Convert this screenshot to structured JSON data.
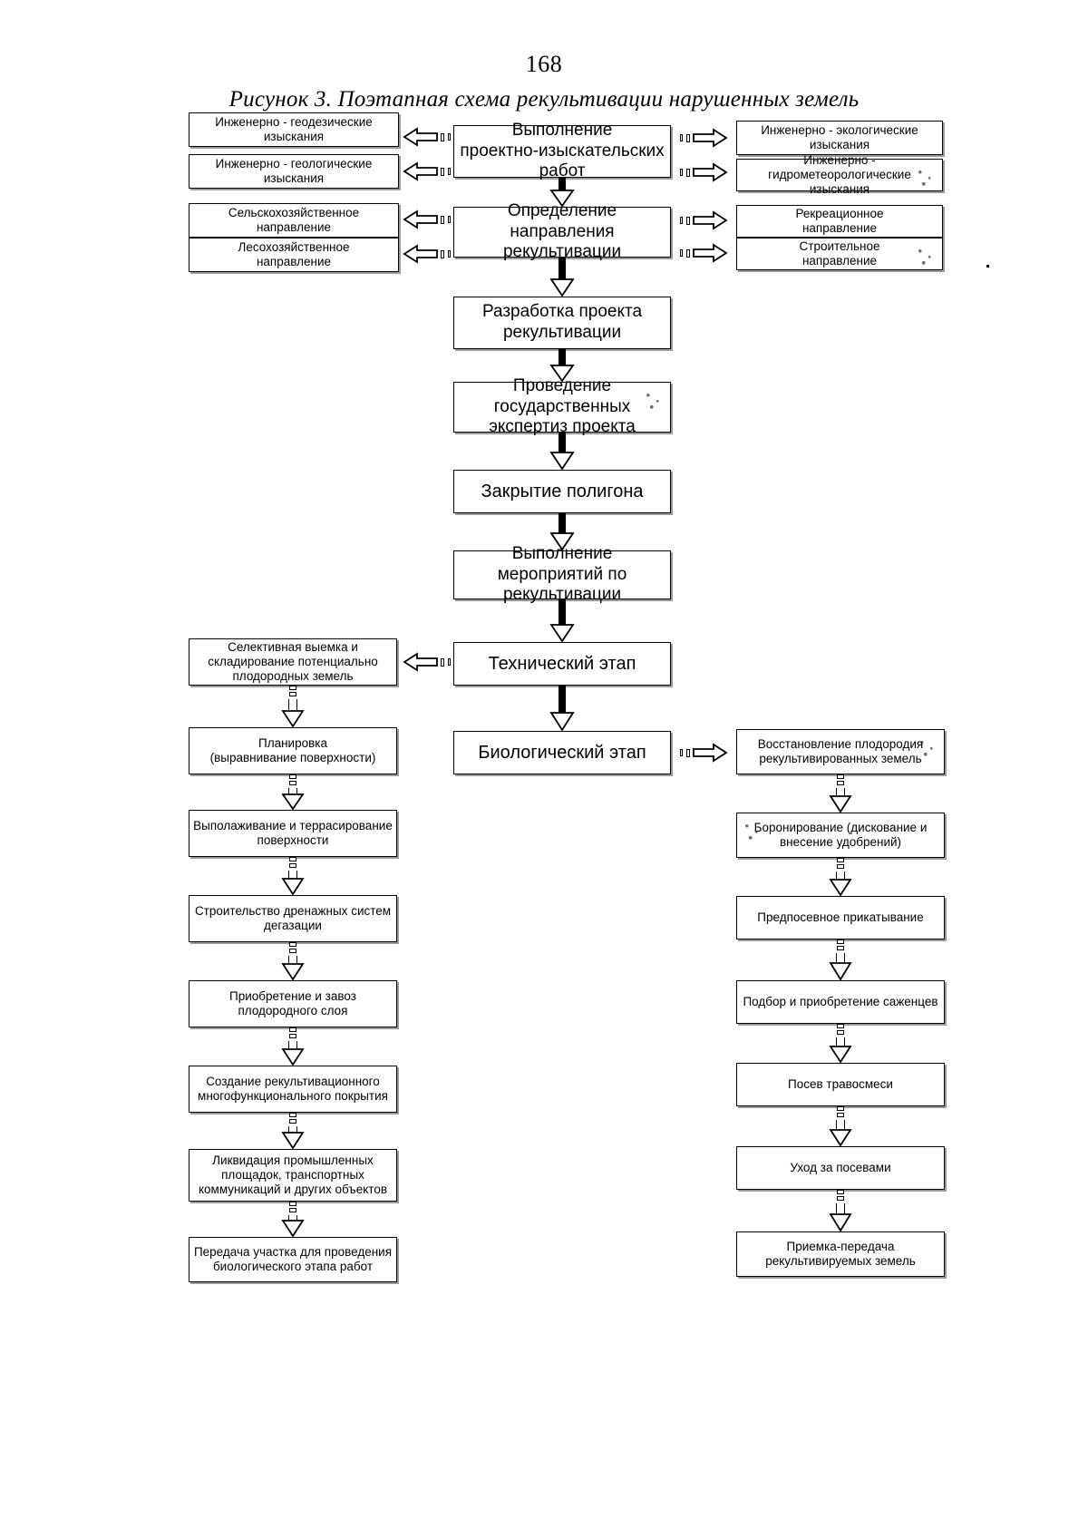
{
  "document": {
    "page_number": "168",
    "figure_title": "Рисунок 3. Поэтапная схема рекультивации нарушенных земель"
  },
  "chart_data": {
    "type": "diagram",
    "title": "Рисунок 3. Поэтапная схема рекультивации нарушенных земель",
    "diagram_kind": "flowchart",
    "columns": [
      "left-inputs",
      "center-main",
      "right-inputs"
    ],
    "nodes": [
      {
        "id": "l1",
        "column": "left",
        "text": "Инженерно - геодезические изыскания"
      },
      {
        "id": "l2",
        "column": "left",
        "text": "Инженерно - геологические изыскания"
      },
      {
        "id": "l3",
        "column": "left",
        "text": "Сельскохозяйственное направление"
      },
      {
        "id": "l4",
        "column": "left",
        "text": "Лесохозяйственное направление"
      },
      {
        "id": "c1",
        "column": "center",
        "text": "Выполнение проектно-изыскательских работ"
      },
      {
        "id": "c2",
        "column": "center",
        "text": "Определение направления рекультивации"
      },
      {
        "id": "c3",
        "column": "center",
        "text": "Разработка проекта рекультивации"
      },
      {
        "id": "c4",
        "column": "center",
        "text": "Проведение государственных экспертиз проекта"
      },
      {
        "id": "c5",
        "column": "center",
        "text": "Закрытие полигона"
      },
      {
        "id": "c6",
        "column": "center",
        "text": "Выполнение мероприятий по рекультивации"
      },
      {
        "id": "c7",
        "column": "center",
        "text": "Технический этап"
      },
      {
        "id": "c8",
        "column": "center",
        "text": "Биологический этап"
      },
      {
        "id": "r1",
        "column": "right",
        "text": "Инженерно - экологические изыскания"
      },
      {
        "id": "r2",
        "column": "right",
        "text": "Инженерно - гидрометеорологические изыскания"
      },
      {
        "id": "r3",
        "column": "right",
        "text": "Рекреационное направление"
      },
      {
        "id": "r4",
        "column": "right",
        "text": "Строительное направление"
      },
      {
        "id": "t1",
        "column": "left-chain",
        "text": "Селективная выемка и складирование потенциально плодородных земель"
      },
      {
        "id": "t2",
        "column": "left-chain",
        "text": "Планировка (выравнивание поверхности)"
      },
      {
        "id": "t3",
        "column": "left-chain",
        "text": "Выполаживание и террасирование поверхности"
      },
      {
        "id": "t4",
        "column": "left-chain",
        "text": "Строительство дренажных систем дегазации"
      },
      {
        "id": "t5",
        "column": "left-chain",
        "text": "Приобретение и завоз плодородного слоя"
      },
      {
        "id": "t6",
        "column": "left-chain",
        "text": "Создание рекультивационного многофункционального покрытия"
      },
      {
        "id": "t7",
        "column": "left-chain",
        "text": "Ликвидация промышленных площадок, транспортных коммуникаций и других объектов"
      },
      {
        "id": "t8",
        "column": "left-chain",
        "text": "Передача участка для проведения биологического этапа работ"
      },
      {
        "id": "b1",
        "column": "right-chain",
        "text": "Восстановление плодородия рекультивированных земель"
      },
      {
        "id": "b2",
        "column": "right-chain",
        "text": "Боронирование (дискование и внесение удобрений)"
      },
      {
        "id": "b3",
        "column": "right-chain",
        "text": "Предпосевное прикатывание"
      },
      {
        "id": "b4",
        "column": "right-chain",
        "text": "Подбор и приобретение саженцев"
      },
      {
        "id": "b5",
        "column": "right-chain",
        "text": "Посев травосмеси"
      },
      {
        "id": "b6",
        "column": "right-chain",
        "text": "Уход за посевами"
      },
      {
        "id": "b7",
        "column": "right-chain",
        "text": "Приемка-передача рекультивируемых земель"
      }
    ],
    "edges": [
      {
        "from": "c1",
        "to": "l1",
        "dir": "left"
      },
      {
        "from": "c1",
        "to": "l2",
        "dir": "left"
      },
      {
        "from": "c1",
        "to": "r1",
        "dir": "right"
      },
      {
        "from": "c1",
        "to": "r2",
        "dir": "right"
      },
      {
        "from": "c2",
        "to": "l3",
        "dir": "left"
      },
      {
        "from": "c2",
        "to": "l4",
        "dir": "left"
      },
      {
        "from": "c2",
        "to": "r3",
        "dir": "right"
      },
      {
        "from": "c2",
        "to": "r4",
        "dir": "right"
      },
      {
        "from": "c1",
        "to": "c2",
        "dir": "down"
      },
      {
        "from": "c2",
        "to": "c3",
        "dir": "down"
      },
      {
        "from": "c3",
        "to": "c4",
        "dir": "down"
      },
      {
        "from": "c4",
        "to": "c5",
        "dir": "down"
      },
      {
        "from": "c5",
        "to": "c6",
        "dir": "down"
      },
      {
        "from": "c6",
        "to": "c7",
        "dir": "down"
      },
      {
        "from": "c7",
        "to": "c8",
        "dir": "down"
      },
      {
        "from": "c7",
        "to": "t1",
        "dir": "left"
      },
      {
        "from": "c8",
        "to": "b1",
        "dir": "right"
      },
      {
        "from": "t1",
        "to": "t2",
        "dir": "down"
      },
      {
        "from": "t2",
        "to": "t3",
        "dir": "down"
      },
      {
        "from": "t3",
        "to": "t4",
        "dir": "down"
      },
      {
        "from": "t4",
        "to": "t5",
        "dir": "down"
      },
      {
        "from": "t5",
        "to": "t6",
        "dir": "down"
      },
      {
        "from": "t6",
        "to": "t7",
        "dir": "down"
      },
      {
        "from": "t7",
        "to": "t8",
        "dir": "down"
      },
      {
        "from": "b1",
        "to": "b2",
        "dir": "down"
      },
      {
        "from": "b2",
        "to": "b3",
        "dir": "down"
      },
      {
        "from": "b3",
        "to": "b4",
        "dir": "down"
      },
      {
        "from": "b4",
        "to": "b5",
        "dir": "down"
      },
      {
        "from": "b5",
        "to": "b6",
        "dir": "down"
      },
      {
        "from": "b6",
        "to": "b7",
        "dir": "down"
      }
    ]
  },
  "boxes": {
    "left_top": [
      {
        "line1": "Инженерно - геодезические",
        "line2": "изыскания"
      },
      {
        "line1": "Инженерно - геологические",
        "line2": "изыскания"
      },
      {
        "line1": "Сельскохозяйственное",
        "line2": "направление"
      },
      {
        "line1": "Лесохозяйственное",
        "line2": "направление"
      }
    ],
    "right_top": [
      {
        "line1": "Инженерно - экологические",
        "line2": "изыскания"
      },
      {
        "line1": "Инженерно -",
        "line2": "гидрометеорологические изыскания"
      },
      {
        "line1": "Рекреационное",
        "line2": "направление"
      },
      {
        "line1": "Строительное",
        "line2": "направление"
      }
    ],
    "center": [
      {
        "line1": "Выполнение",
        "line2": "проектно-изыскательских работ"
      },
      {
        "line1": "Определение направления",
        "line2": "рекультивации"
      },
      {
        "line1": "Разработка проекта",
        "line2": "рекультивации"
      },
      {
        "line1": "Проведение государственных",
        "line2": "экспертиз проекта"
      },
      {
        "line1": "Закрытие полигона",
        "line2": ""
      },
      {
        "line1": "Выполнение мероприятий по",
        "line2": "рекультивации"
      },
      {
        "line1": "Технический этап",
        "line2": ""
      },
      {
        "line1": "Биологический этап",
        "line2": ""
      }
    ],
    "technical_chain": [
      {
        "line1": "Селективная выемка и",
        "line2": "складирование потенциально",
        "line3": "плодородных земель"
      },
      {
        "line1": "Планировка",
        "line2": "(выравнивание поверхности)",
        "line3": ""
      },
      {
        "line1": "Выполаживание и террасирование",
        "line2": "поверхности",
        "line3": ""
      },
      {
        "line1": "Строительство дренажных систем",
        "line2": "дегазации",
        "line3": ""
      },
      {
        "line1": "Приобретение и завоз",
        "line2": "плодородного слоя",
        "line3": ""
      },
      {
        "line1": "Создание рекультивационного",
        "line2": "многофункционального покрытия",
        "line3": ""
      },
      {
        "line1": "Ликвидация промышленных",
        "line2": "площадок, транспортных",
        "line3": "коммуникаций и других объектов"
      },
      {
        "line1": "Передача участка для проведения",
        "line2": "биологического этапа работ",
        "line3": ""
      }
    ],
    "biological_chain": [
      {
        "line1": "Восстановление плодородия",
        "line2": "рекультивированных земель"
      },
      {
        "line1": "Боронирование (дискование и",
        "line2": "внесение удобрений)"
      },
      {
        "line1": "Предпосевное прикатывание",
        "line2": ""
      },
      {
        "line1": "Подбор и приобретение саженцев",
        "line2": ""
      },
      {
        "line1": "Посев травосмеси",
        "line2": ""
      },
      {
        "line1": "Уход за посевами",
        "line2": ""
      },
      {
        "line1": "Приемка-передача",
        "line2": "рекультивируемых земель"
      }
    ]
  }
}
